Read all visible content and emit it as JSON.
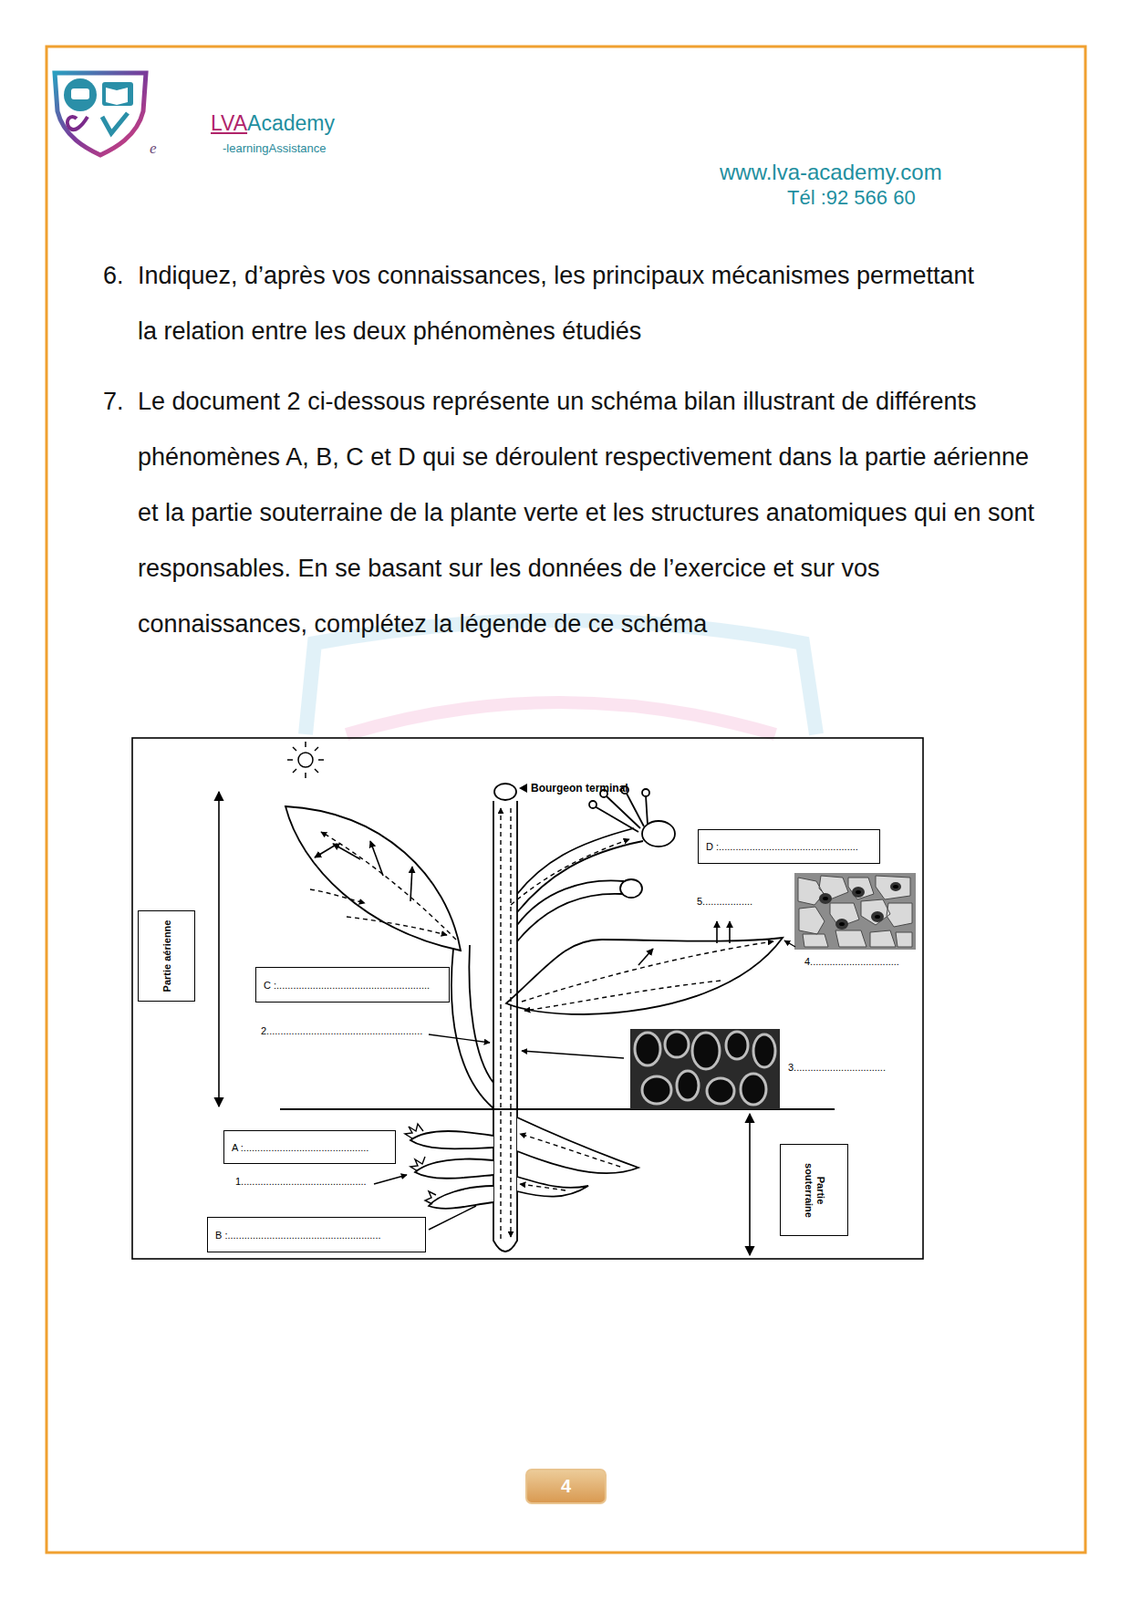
{
  "diagram": {
    "nodes": [
      {
        "text": [
          "D :.................................................."
        ]
      },
      {
        "text": [
          "Partie aérienne"
        ]
      },
      {
        "text": [
          "C :......................................................."
        ]
      },
      {
        "text": [
          "A :............................................."
        ]
      },
      {
        "text": [
          "Partie souterraine"
        ]
      },
      {
        "text": [
          "B :......................................................."
        ]
      },
      {
        "text": [
          "4"
        ]
      }
    ],
    "labels": [
      "LVA",
      "Academy",
      "-learningAssistance",
      "e",
      "www.lva-academy.com",
      "Tél :92 566 60",
      "6.",
      "Indiquez, d’après vos connaissances, les principaux mécanismes permettant la relation entre les deux phénomènes étudiés",
      "7.",
      "Le document 2 ci-dessous représente un schéma bilan illustrant de différents phénomènes A, B, C et D qui se déroulent respectivement dans la partie aérienne et la partie souterraine de la plante verte et les structures anatomiques qui en sont responsables. En se basant sur les données de l’exercice et sur vos connaissances, complétez la légende de ce schéma",
      "Bourgeon terminal",
      "5..................",
      "4................................",
      "2........................................................",
      "3.................................",
      "1............................................."
    ]
  }
}
